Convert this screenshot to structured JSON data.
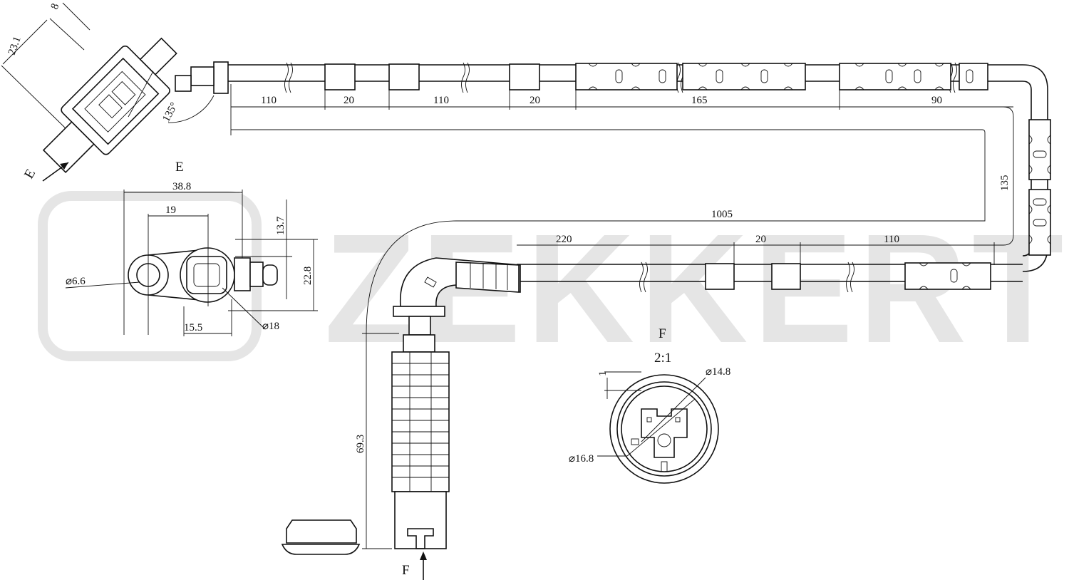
{
  "brand": {
    "watermark": "ZEKKERT",
    "color": "#e5e5e5"
  },
  "drawing": {
    "line_color": "#111111",
    "view_labels": {
      "e_arrow": "E",
      "e_view": "E",
      "f_arrow": "F",
      "f_view": "F",
      "f_scale": "2:1"
    },
    "cable_top_dims": [
      "110",
      "20",
      "110",
      "20",
      "165",
      "90"
    ],
    "cable_right_dim": "135",
    "cable_total_dim": "1005",
    "cable_lower_dims": [
      "220",
      "20",
      "110"
    ],
    "connector_dims": {
      "height": "23.1",
      "offset": "8",
      "angle": "135°"
    },
    "view_e_dims": {
      "width": "38.8",
      "center": "19",
      "top": "13.7",
      "height": "22.8",
      "hole": "⌀6.6",
      "bottom": "15.5",
      "diameter": "⌀18"
    },
    "sensor_dims": {
      "length": "69.3"
    },
    "view_f_dims": {
      "step": "1",
      "inner": "⌀14.8",
      "outer": "⌀16.8"
    }
  }
}
